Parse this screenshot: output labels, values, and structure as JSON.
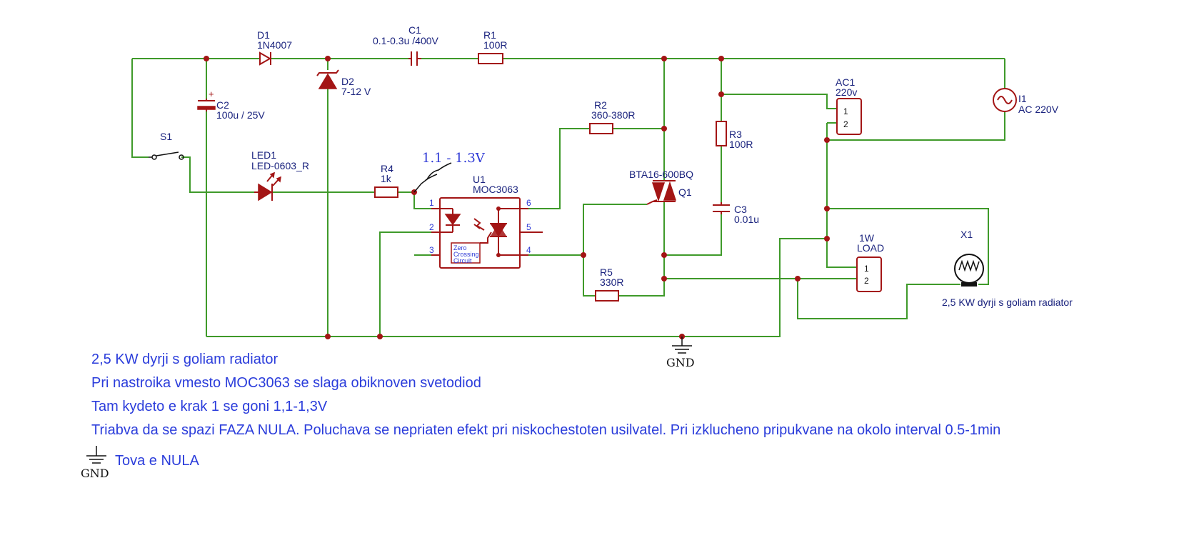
{
  "components": {
    "d1": {
      "ref": "D1",
      "value": "1N4007"
    },
    "c1": {
      "ref": "C1",
      "value": "0.1-0.3u /400V"
    },
    "r1": {
      "ref": "R1",
      "value": "100R"
    },
    "c2": {
      "ref": "C2",
      "value": "100u / 25V"
    },
    "d2": {
      "ref": "D2",
      "value": "7-12 V"
    },
    "s1": {
      "ref": "S1"
    },
    "led1": {
      "ref": "LED1",
      "value": "LED-0603_R"
    },
    "r4": {
      "ref": "R4",
      "value": "1k"
    },
    "u1": {
      "ref": "U1",
      "value": "MOC3063",
      "zc_line1": "Zero",
      "zc_line2": "Crossing",
      "zc_line3": "Circuit",
      "pins": [
        "1",
        "2",
        "3",
        "4",
        "5",
        "6"
      ]
    },
    "r2": {
      "ref": "R2",
      "value": "360-380R"
    },
    "q1": {
      "ref": "Q1",
      "value": "BTA16-600BQ"
    },
    "r5": {
      "ref": "R5",
      "value": "330R"
    },
    "r3": {
      "ref": "R3",
      "value": "100R"
    },
    "c3": {
      "ref": "C3",
      "value": "0.01u"
    },
    "ac1": {
      "ref": "AC1",
      "value": "220v",
      "pins": [
        "1",
        "2"
      ]
    },
    "load": {
      "ref": "1W",
      "value": "LOAD",
      "pins": [
        "1",
        "2"
      ]
    },
    "i1": {
      "ref": "I1",
      "value": "AC 220V"
    },
    "x1": {
      "ref": "X1",
      "value": "2,5 KW dyrji s goliam radiator"
    },
    "gnd": {
      "label": "GND"
    }
  },
  "probe_annotation": "1.1 - 1.3V",
  "notes": [
    "2,5 KW dyrji s goliam radiator",
    "Pri nastroika vmesto MOC3063 se slaga obiknoven svetodiod",
    "Tam kydeto e krak 1 se goni 1,1-1,3V",
    "Triabva da se spazi FAZA NULA. Poluchava se nepriaten efekt pri niskochestoten usilvatel. Pri izklucheno pripukvane na okolo interval 0.5-1min"
  ],
  "gnd_legend": {
    "symbol_label": "GND",
    "text": "Tova e NULA"
  },
  "colors": {
    "wire": "#3f9a2a",
    "component": "#a31515",
    "label": "#1a237e",
    "note": "#2b3ddb"
  }
}
